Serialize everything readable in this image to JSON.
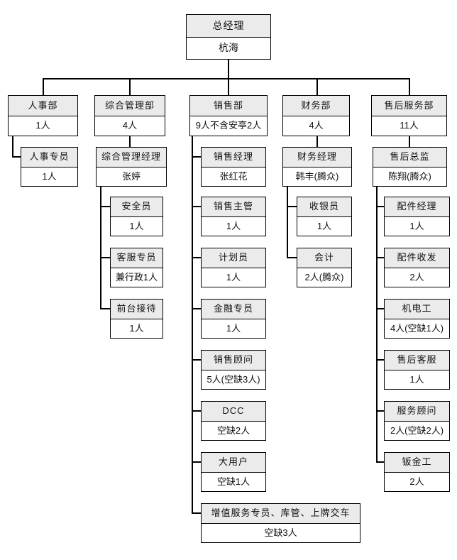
{
  "colors": {
    "page_bg": "#ffffff",
    "header_bg": "#ebebeb",
    "box_bg": "#ffffff",
    "border": "#000000",
    "line": "#000000",
    "text": "#111111"
  },
  "nodes": {
    "gm": {
      "title": "总经理",
      "value": "杭海"
    },
    "hr_dept": {
      "title": "人事部",
      "value": "1人"
    },
    "hr_specialist": {
      "title": "人事专员",
      "value": "1人"
    },
    "admin_dept": {
      "title": "综合管理部",
      "value": "4人"
    },
    "admin_manager": {
      "title": "综合管理经理",
      "value": "张婷"
    },
    "safety_officer": {
      "title": "安全员",
      "value": "1人"
    },
    "customer_service": {
      "title": "客服专员",
      "value": "兼行政1人"
    },
    "receptionist": {
      "title": "前台接待",
      "value": "1人"
    },
    "sales_dept": {
      "title": "销售部",
      "value": "9人不含安亭2人"
    },
    "sales_manager": {
      "title": "销售经理",
      "value": "张红花"
    },
    "sales_supervisor": {
      "title": "销售主管",
      "value": "1人"
    },
    "planner": {
      "title": "计划员",
      "value": "1人"
    },
    "finance_specialist": {
      "title": "金融专员",
      "value": "1人"
    },
    "sales_consultant": {
      "title": "销售顾问",
      "value": "5人(空缺3人)"
    },
    "dcc": {
      "title": "DCC",
      "value": "空缺2人"
    },
    "major_accounts": {
      "title": "大用户",
      "value": "空缺1人"
    },
    "value_added": {
      "title": "增值服务专员、库管、上牌交车",
      "value": "空缺3人"
    },
    "finance_dept": {
      "title": "财务部",
      "value": "4人"
    },
    "finance_manager": {
      "title": "财务经理",
      "value": "韩丰(腾众)"
    },
    "cashier": {
      "title": "收银员",
      "value": "1人"
    },
    "accountant": {
      "title": "会计",
      "value": "2人(腾众)"
    },
    "aftersales_dept": {
      "title": "售后服务部",
      "value": "11人"
    },
    "aftersales_director": {
      "title": "售后总监",
      "value": "陈翔(腾众)"
    },
    "parts_manager": {
      "title": "配件经理",
      "value": "1人"
    },
    "parts_clerk": {
      "title": "配件收发",
      "value": "2人"
    },
    "mechanic": {
      "title": "机电工",
      "value": "4人(空缺1人)"
    },
    "aftersales_cs": {
      "title": "售后客服",
      "value": "1人"
    },
    "service_advisor": {
      "title": "服务顾问",
      "value": "2人(空缺2人)"
    },
    "sheet_metal": {
      "title": "钣金工",
      "value": "2人"
    }
  },
  "hierarchy": {
    "总经理": [
      "人事部",
      "综合管理部",
      "销售部",
      "财务部",
      "售后服务部"
    ],
    "人事部": [
      "人事专员"
    ],
    "综合管理部": [
      "综合管理经理"
    ],
    "综合管理经理": [
      "安全员",
      "客服专员",
      "前台接待"
    ],
    "销售部": [
      "销售经理",
      "销售主管",
      "计划员",
      "金融专员",
      "销售顾问",
      "DCC",
      "大用户",
      "增值服务专员、库管、上牌交车"
    ],
    "财务部": [
      "财务经理"
    ],
    "财务经理": [
      "收银员",
      "会计"
    ],
    "售后服务部": [
      "售后总监"
    ],
    "售后总监": [
      "配件经理",
      "配件收发",
      "机电工",
      "售后客服",
      "服务顾问",
      "钣金工"
    ]
  }
}
